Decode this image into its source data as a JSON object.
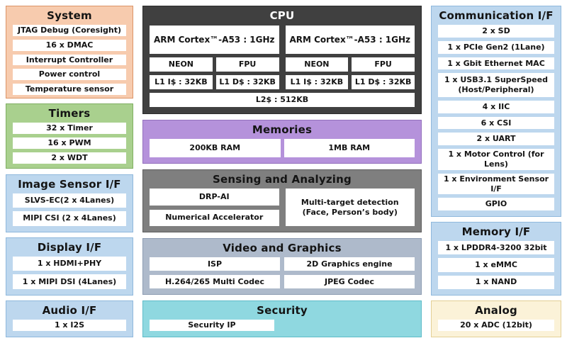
{
  "system": {
    "title": "System",
    "items": [
      "JTAG Debug (Coresight)",
      "16 x DMAC",
      "Interrupt Controller",
      "Power control",
      "Temperature sensor"
    ]
  },
  "timers": {
    "title": "Timers",
    "items": [
      "32 x Timer",
      "16 x PWM",
      "2 x WDT"
    ]
  },
  "image_sensor": {
    "title": "Image Sensor I/F",
    "items": [
      "SLVS-EC(2 x 4Lanes)",
      "MIPI CSI (2 x 4Lanes)"
    ]
  },
  "display": {
    "title": "Display I/F",
    "items": [
      "1 x HDMI+PHY",
      "1 x MIPI DSI (4Lanes)"
    ]
  },
  "audio": {
    "title": "Audio I/F",
    "items": [
      "1 x I2S"
    ]
  },
  "cpu": {
    "title": "CPU",
    "cores": [
      {
        "name": "ARM Cortex™-A53 : 1GHz",
        "unit1": "NEON",
        "unit2": "FPU",
        "cache1": "L1 I$ : 32KB",
        "cache2": "L1 D$ : 32KB"
      },
      {
        "name": "ARM Cortex™-A53 : 1GHz",
        "unit1": "NEON",
        "unit2": "FPU",
        "cache1": "L1 I$ : 32KB",
        "cache2": "L1 D$ : 32KB"
      }
    ],
    "l2": "L2$ : 512KB"
  },
  "memories": {
    "title": "Memories",
    "items": [
      "200KB RAM",
      "1MB RAM"
    ]
  },
  "sensing": {
    "title": "Sensing and Analyzing",
    "items": [
      "DRP-AI",
      "Numerical Accelerator"
    ],
    "detection": "Multi-target detection\n(Face, Person’s body)"
  },
  "video": {
    "title": "Video and Graphics",
    "items": [
      "ISP",
      "2D Graphics engine",
      "H.264/265 Multi Codec",
      "JPEG Codec"
    ]
  },
  "security": {
    "title": "Security",
    "items": [
      "Security IP"
    ]
  },
  "communication": {
    "title": "Communication I/F",
    "items": [
      "2 x SD",
      "1 x PCIe Gen2 (1Lane)",
      "1 x Gbit Ethernet MAC",
      "1 x USB3.1 SuperSpeed\n(Host/Peripheral)",
      "4 x IIC",
      "6 x CSI",
      "2 x UART",
      "1 x Motor Control (for Lens)",
      "1 x Environment Sensor I/F",
      "GPIO"
    ]
  },
  "memory_if": {
    "title": "Memory I/F",
    "items": [
      "1 x LPDDR4-3200 32bit",
      "1 x eMMC",
      "1 x NAND"
    ]
  },
  "analog": {
    "title": "Analog",
    "items": [
      "20 x ADC (12bit)"
    ]
  },
  "colors": {
    "system_salmon": "#F7CBAE",
    "timers_green": "#A9D08E",
    "interface_blue": "#BDD7EE",
    "memories_purple": "#B592DB",
    "cpu_dark_gray": "#404040",
    "sensing_gray": "#7F7F7F",
    "video_blue_gray": "#AEBACB",
    "security_teal": "#8FD8E0",
    "analog_cream": "#FBF2D8",
    "item_white": "#FFFFFF",
    "text_dark": "#141414"
  }
}
